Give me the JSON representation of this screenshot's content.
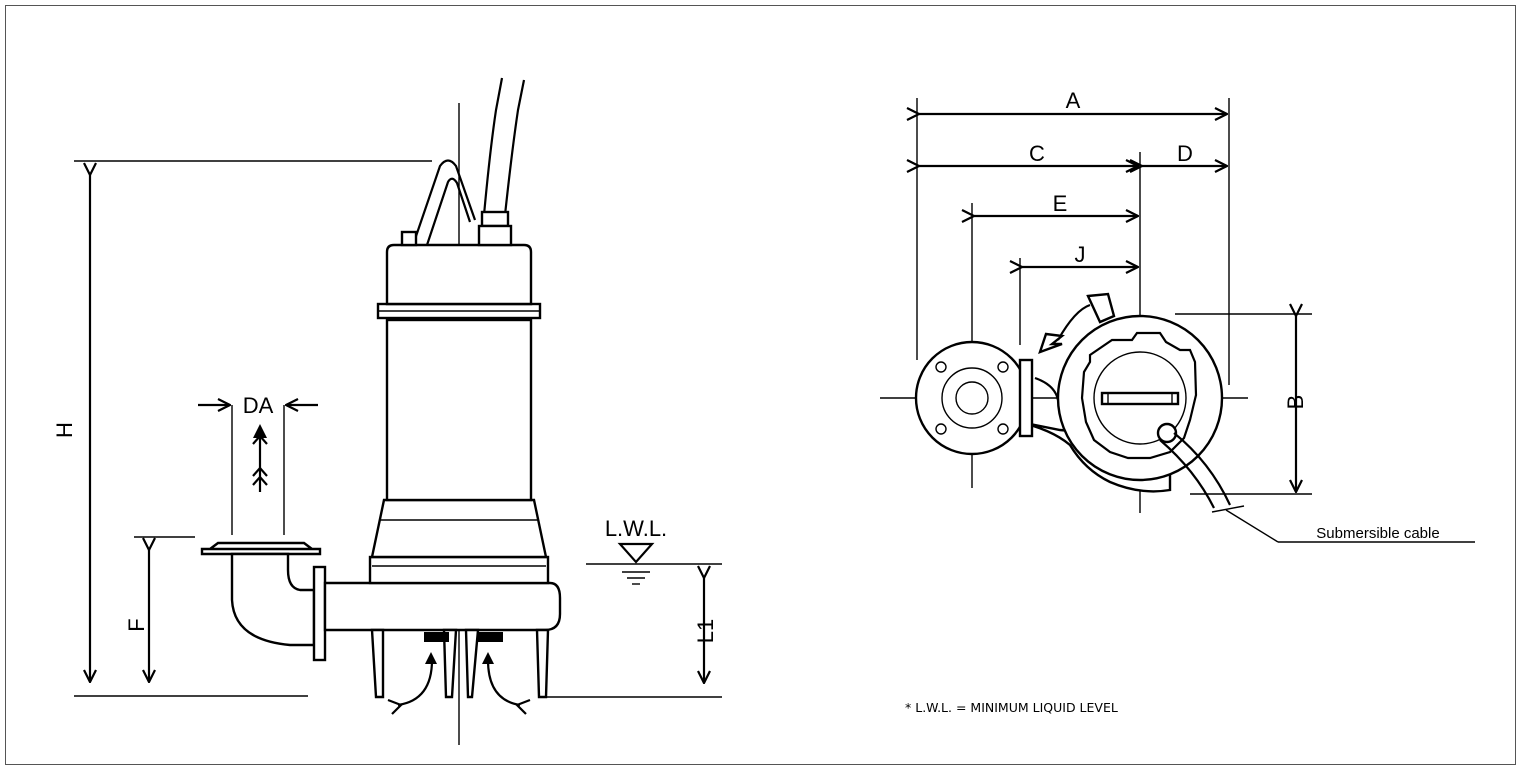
{
  "side_view": {
    "dim_H": "H",
    "dim_F": "F",
    "dim_DA": "DA",
    "dim_L1": "L1",
    "lwl": "L.W.L."
  },
  "top_view": {
    "dim_A": "A",
    "dim_B": "B",
    "dim_C": "C",
    "dim_D": "D",
    "dim_E": "E",
    "dim_J": "J",
    "cable_label": "Submersible cable"
  },
  "footnote": "* L.W.L. = MINIMUM LIQUID LEVEL"
}
